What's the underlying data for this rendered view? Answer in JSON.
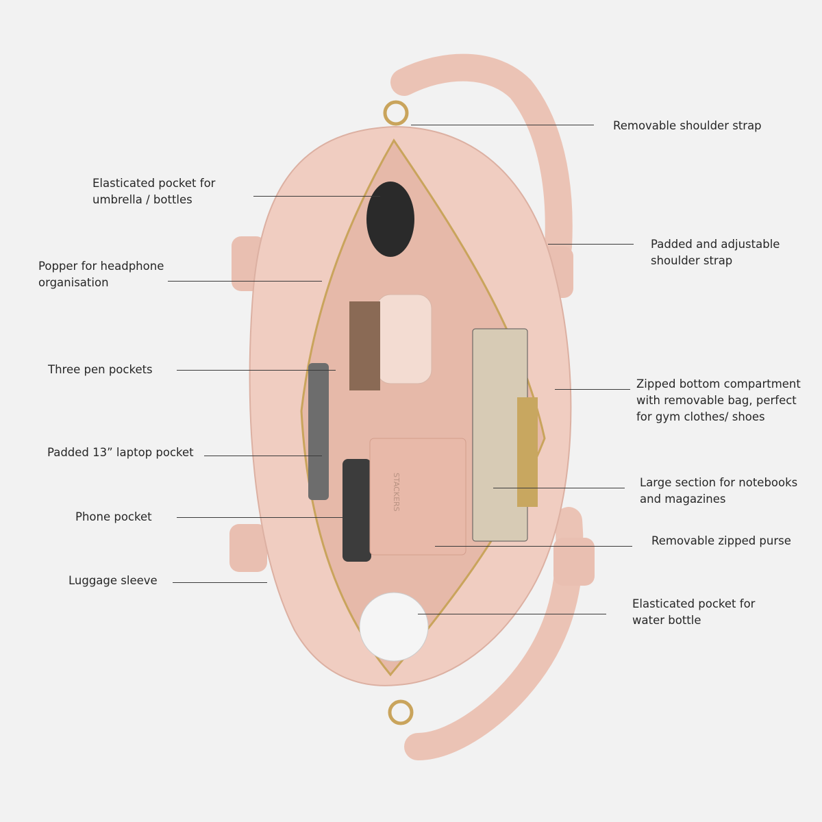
{
  "labels": {
    "left": [
      {
        "lines": [
          "Elasticated pocket for",
          "umbrella / bottles"
        ]
      },
      {
        "lines": [
          "Popper for headphone",
          "organisation"
        ]
      },
      {
        "lines": [
          "Three pen pockets"
        ]
      },
      {
        "lines": [
          "Padded 13” laptop pocket"
        ]
      },
      {
        "lines": [
          "Phone pocket"
        ]
      },
      {
        "lines": [
          "Luggage sleeve"
        ]
      }
    ],
    "right": [
      {
        "lines": [
          "Removable shoulder strap"
        ]
      },
      {
        "lines": [
          "Padded and adjustable",
          "shoulder strap"
        ]
      },
      {
        "lines": [
          "Zipped bottom compartment",
          "with removable bag, perfect",
          "for gym clothes/ shoes"
        ]
      },
      {
        "lines": [
          "Large section for notebooks",
          "and magazines"
        ]
      },
      {
        "lines": [
          "Removable zipped purse"
        ]
      },
      {
        "lines": [
          "Elasticated pocket for",
          "water bottle"
        ]
      }
    ]
  },
  "product": {
    "brand_imprint": "STACKERS"
  },
  "colors": {
    "background": "#f2f2f2",
    "bag_pink": "#eec9bd",
    "hardware_gold": "#c9a45c",
    "line": "#3a3a3a"
  }
}
